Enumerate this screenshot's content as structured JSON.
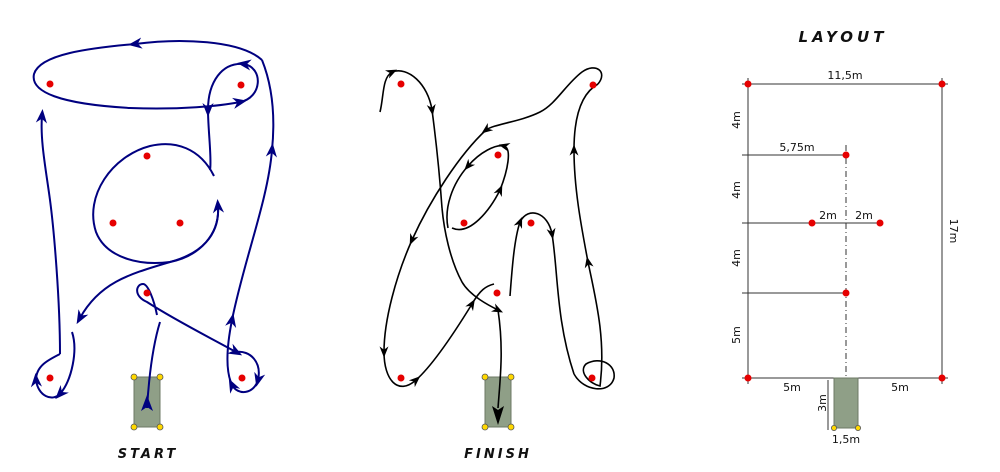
{
  "captions": {
    "start": "START",
    "finish": "FINISH",
    "layout": "LAYOUT"
  },
  "dimensions": {
    "width_total": "11,5m",
    "half_width": "5,75m",
    "offset_left": "2m",
    "offset_right": "2m",
    "height_total": "17m",
    "seg_1": "4m",
    "seg_2": "4m",
    "seg_3": "4m",
    "seg_4": "5m",
    "base_left": "5m",
    "base_right": "5m",
    "box_height": "3m",
    "box_width": "1,5m"
  },
  "colors": {
    "start_path": "#000080",
    "finish_path": "#000000",
    "marker": "#e60000",
    "box": "#8f9f87",
    "box_corner": "#ffd800"
  }
}
